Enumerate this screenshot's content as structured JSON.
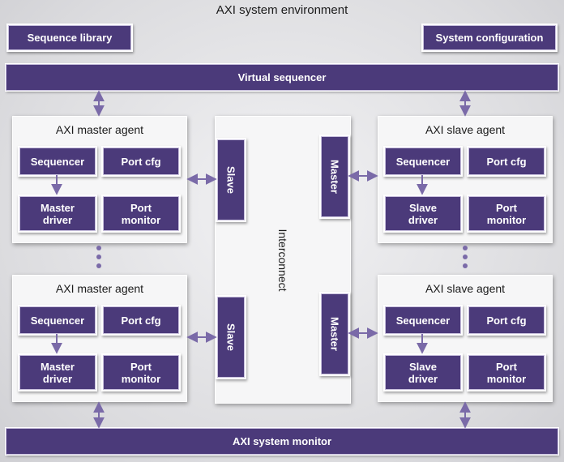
{
  "diagram": {
    "title": "AXI system environment",
    "sequence_library": "Sequence library",
    "system_configuration": "System configuration",
    "virtual_sequencer": "Virtual sequencer",
    "system_monitor": "AXI system monitor",
    "interconnect": "Interconnect",
    "master_agents": [
      {
        "title": "AXI master agent",
        "sequencer": "Sequencer",
        "port_cfg": "Port cfg",
        "driver_line1": "Master",
        "driver_line2": "driver",
        "monitor_line1": "Port",
        "monitor_line2": "monitor",
        "port": "Slave"
      },
      {
        "title": "AXI master agent",
        "sequencer": "Sequencer",
        "port_cfg": "Port cfg",
        "driver_line1": "Master",
        "driver_line2": "driver",
        "monitor_line1": "Port",
        "monitor_line2": "monitor",
        "port": "Slave"
      }
    ],
    "slave_agents": [
      {
        "title": "AXI slave agent",
        "sequencer": "Sequencer",
        "port_cfg": "Port cfg",
        "driver_line1": "Slave",
        "driver_line2": "driver",
        "monitor_line1": "Port",
        "monitor_line2": "monitor",
        "port": "Master"
      },
      {
        "title": "AXI slave agent",
        "sequencer": "Sequencer",
        "port_cfg": "Port cfg",
        "driver_line1": "Slave",
        "driver_line2": "driver",
        "monitor_line1": "Port",
        "monitor_line2": "monitor",
        "port": "Master"
      }
    ],
    "colors": {
      "box_fill": "#4b3a7a",
      "arrow": "#7a6aa8",
      "panel": "#f6f6f7"
    }
  }
}
